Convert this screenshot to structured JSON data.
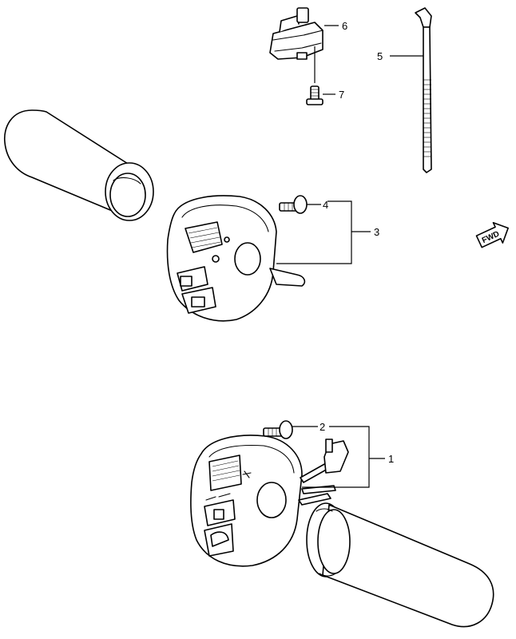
{
  "diagram": {
    "callouts": {
      "1": "1",
      "2": "2",
      "3": "3",
      "4": "4",
      "5": "5",
      "6": "6",
      "7": "7"
    },
    "fwd_arrow_text": "FWD"
  }
}
